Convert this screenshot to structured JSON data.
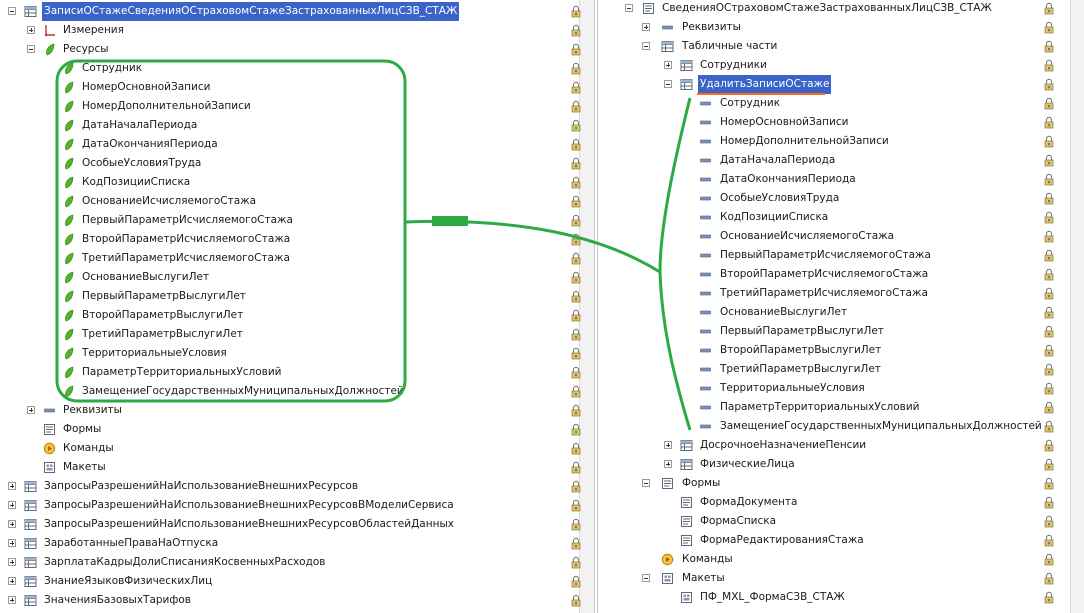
{
  "left_tree": {
    "root": "ЗаписиОСтажеСведенияОСтраховомСтажеЗастрахованныхЛицСЗВ_СТАЖ",
    "dimensions": "Измерения",
    "resources": "Ресурсы",
    "resource_items": [
      "Сотрудник",
      "НомерОсновнойЗаписи",
      "НомерДополнительнойЗаписи",
      "ДатаНачалаПериода",
      "ДатаОкончанияПериода",
      "ОсобыеУсловияТруда",
      "КодПозицииСписка",
      "ОснованиеИсчисляемогоСтажа",
      "ПервыйПараметрИсчисляемогоСтажа",
      "ВторойПараметрИсчисляемогоСтажа",
      "ТретийПараметрИсчисляемогоСтажа",
      "ОснованиеВыслугиЛет",
      "ПервыйПараметрВыслугиЛет",
      "ВторойПараметрВыслугиЛет",
      "ТретийПараметрВыслугиЛет",
      "ТерриториальныеУсловия",
      "ПараметрТерриториальныхУсловий",
      "ЗамещениеГосударственныхМуниципальныхДолжностей"
    ],
    "attributes": "Реквизиты",
    "forms": "Формы",
    "commands": "Команды",
    "templates": "Макеты",
    "other_registers": [
      "ЗапросыРазрешенийНаИспользованиеВнешнихРесурсов",
      "ЗапросыРазрешенийНаИспользованиеВнешнихРесурсовВМоделиСервиса",
      "ЗапросыРазрешенийНаИспользованиеВнешнихРесурсовОбластейДанных",
      "ЗаработанныеПраваНаОтпуска",
      "ЗарплатаКадрыДолиСписанияКосвенныхРасходов",
      "ЗнаниеЯзыковФизическихЛиц",
      "ЗначенияБазовыхТарифов"
    ]
  },
  "right_tree": {
    "root": "СведенияОСтраховомСтажеЗастрахованныхЛицСЗВ_СТАЖ",
    "attributes": "Реквизиты",
    "tabular_sections": "Табличные части",
    "employees": "Сотрудники",
    "selected_section": "УдалитьЗаписиОСтаже",
    "section_items": [
      "Сотрудник",
      "НомерОсновнойЗаписи",
      "НомерДополнительнойЗаписи",
      "ДатаНачалаПериода",
      "ДатаОкончанияПериода",
      "ОсобыеУсловияТруда",
      "КодПозицииСписка",
      "ОснованиеИсчисляемогоСтажа",
      "ПервыйПараметрИсчисляемогоСтажа",
      "ВторойПараметрИсчисляемогоСтажа",
      "ТретийПараметрИсчисляемогоСтажа",
      "ОснованиеВыслугиЛет",
      "ПервыйПараметрВыслугиЛет",
      "ВторойПараметрВыслугиЛет",
      "ТретийПараметрВыслугиЛет",
      "ТерриториальныеУсловия",
      "ПараметрТерриториальныхУсловий",
      "ЗамещениеГосударственныхМуниципальныхДолжностей"
    ],
    "early_pension": "ДосрочноеНазначениеПенсии",
    "individuals": "ФизическиеЛица",
    "forms": "Формы",
    "form_items": [
      "ФормаДокумента",
      "ФормаСписка",
      "ФормаРедактированияСтажа"
    ],
    "commands": "Команды",
    "templates": "Макеты",
    "template_items": [
      "ПФ_MXL_ФормаСЗВ_СТАЖ"
    ]
  },
  "colors": {
    "selection": "#3a64c8",
    "annotation": "#2eaa44",
    "underline": "#ff6a1a"
  }
}
